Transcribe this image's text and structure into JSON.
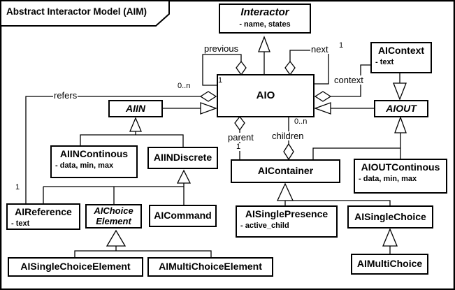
{
  "frame": {
    "title": "Abstract Interactor Model (AIM)"
  },
  "classes": {
    "interactor": {
      "name": "Interactor",
      "attrs": "- name, states"
    },
    "aicontext": {
      "name": "AIContext",
      "attrs": "- text"
    },
    "aio": {
      "name": "AIO"
    },
    "aiin": {
      "name": "AIIN"
    },
    "aiout": {
      "name": "AIOUT"
    },
    "aiincontinous": {
      "name": "AIINContinous",
      "attrs": "- data, min, max"
    },
    "aiindiscrete": {
      "name": "AIINDiscrete"
    },
    "aicontainer": {
      "name": "AIContainer"
    },
    "aioutcontinous": {
      "name": "AIOUTContinous",
      "attrs": "- data, min, max"
    },
    "aireference": {
      "name": "AIReference",
      "attrs": "- text"
    },
    "aichoiceelement": {
      "name": "AIChoice Element"
    },
    "aicommand": {
      "name": "AICommand"
    },
    "aisinglepresence": {
      "name": "AISinglePresence",
      "attrs": "- active_child"
    },
    "aisinglechoice": {
      "name": "AISingleChoice"
    },
    "aisinglechoiceelement": {
      "name": "AISingleChoiceElement"
    },
    "aimultichoiceelement": {
      "name": "AIMultiChoiceElement"
    },
    "aimultichoice": {
      "name": "AIMultiChoice"
    }
  },
  "labels": {
    "previous": "previous",
    "next": "next",
    "context": "context",
    "refers": "refers",
    "parent": "parent",
    "children": "children"
  },
  "multiplicities": {
    "previous_target": "1",
    "next_target": "1",
    "refers_aio": "0..n",
    "refers_aireference": "1",
    "parent_target": "1",
    "children_aio": "0..n"
  },
  "colors": {
    "line": "#000000",
    "background": "#ffffff",
    "text": "#000000"
  }
}
